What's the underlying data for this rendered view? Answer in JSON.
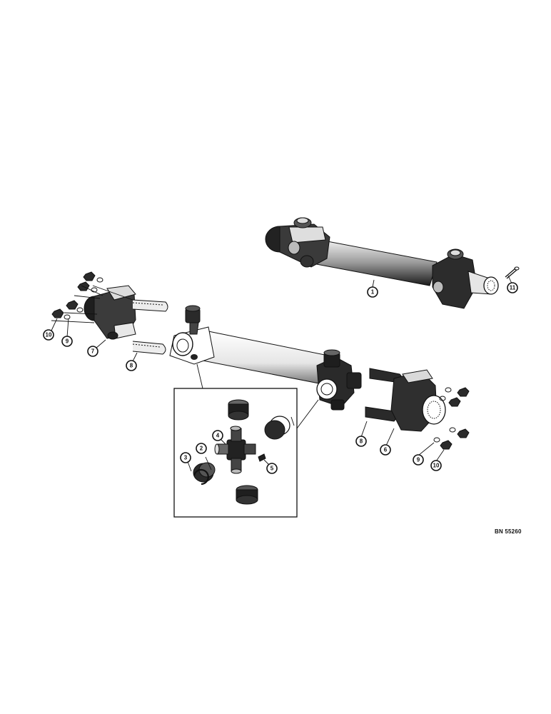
{
  "diagram": {
    "callouts": {
      "c1": "1",
      "c2": "2",
      "c3": "3",
      "c4": "4",
      "c5": "5",
      "c6": "6",
      "c7": "7",
      "c8a": "8",
      "c8b": "8",
      "c9a": "9",
      "c9b": "9",
      "c10a": "10",
      "c10b": "10",
      "c11": "11"
    },
    "reference_code": "BN 55260"
  },
  "colors": {
    "ink": "#111111",
    "background": "#ffffff",
    "shading": "#333333"
  }
}
